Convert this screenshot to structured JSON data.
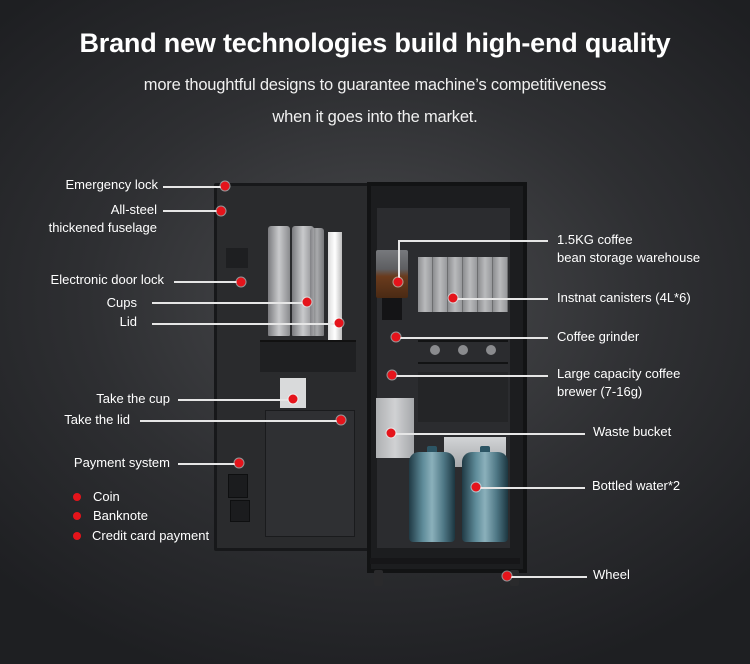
{
  "header": {
    "title": "Brand new technologies build high-end quality",
    "subtitle_line1": "more thoughtful designs to guarantee machine’s competitiveness",
    "subtitle_line2": "when it goes into the market."
  },
  "accent_color": "#e5141b",
  "left_callouts": [
    {
      "id": "emergency-lock",
      "text": "Emergency lock"
    },
    {
      "id": "all-steel-line1",
      "text": "All-steel"
    },
    {
      "id": "all-steel-line2",
      "text": "thickened fuselage"
    },
    {
      "id": "electronic-door-lock",
      "text": "Electronic door lock"
    },
    {
      "id": "cups",
      "text": "Cups"
    },
    {
      "id": "lid",
      "text": "Lid"
    },
    {
      "id": "take-the-cup",
      "text": "Take the cup"
    },
    {
      "id": "take-the-lid",
      "text": "Take the lid"
    },
    {
      "id": "payment-system",
      "text": "Payment system"
    }
  ],
  "payment_options": [
    "Coin",
    "Banknote",
    "Credit card payment"
  ],
  "right_callouts": [
    {
      "id": "bean-storage-line1",
      "text": "1.5KG coffee"
    },
    {
      "id": "bean-storage-line2",
      "text": "bean storage warehouse"
    },
    {
      "id": "instant-canisters",
      "text": "Instnat canisters (4L*6)"
    },
    {
      "id": "coffee-grinder",
      "text": "Coffee grinder"
    },
    {
      "id": "brewer-line1",
      "text": "Large capacity coffee"
    },
    {
      "id": "brewer-line2",
      "text": "brewer (7-16g)"
    },
    {
      "id": "waste-bucket",
      "text": "Waste bucket"
    },
    {
      "id": "bottled-water",
      "text": "Bottled water*2"
    },
    {
      "id": "wheel",
      "text": "Wheel"
    }
  ]
}
